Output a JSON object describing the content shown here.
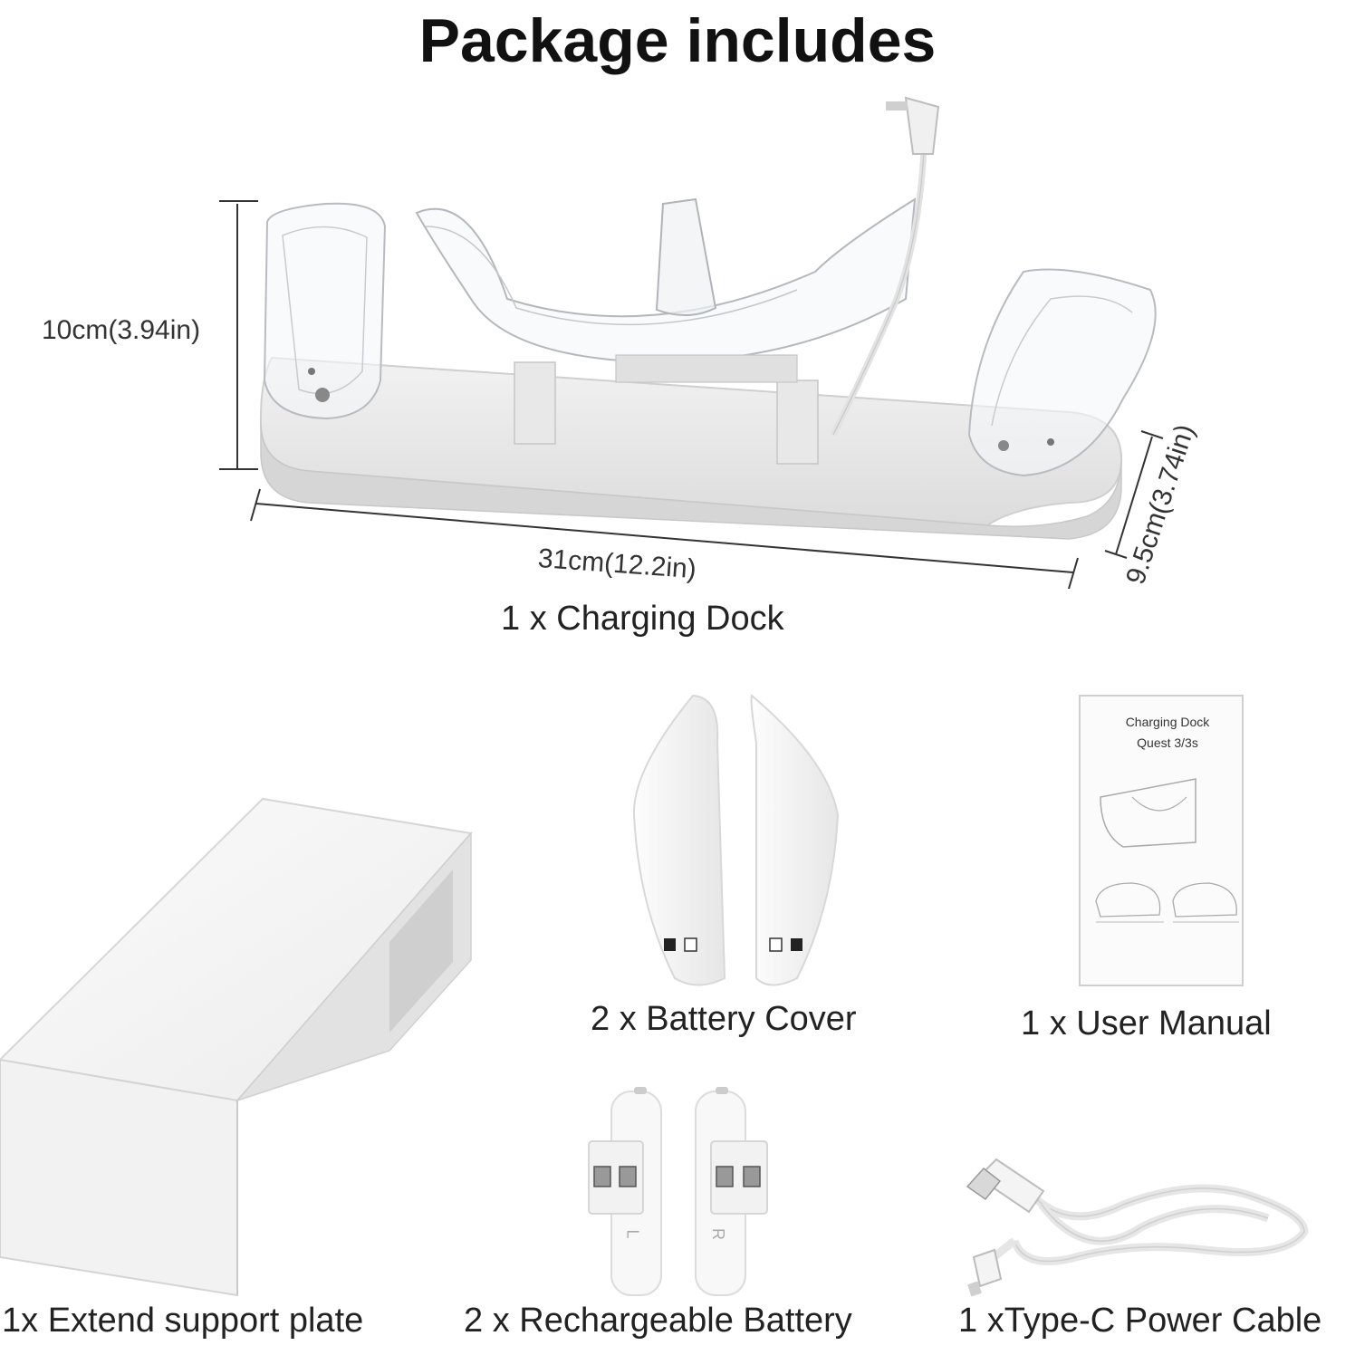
{
  "title": "Package includes",
  "dock": {
    "caption": "1 x Charging Dock",
    "height_label": "10cm(3.94in)",
    "width_label": "31cm(12.2in)",
    "depth_label": "9.5cm(3.74in)"
  },
  "items": {
    "support_plate": "1x Extend support plate",
    "battery_cover": "2 x Battery Cover",
    "user_manual": "1 x User Manual",
    "battery": "2 x Rechargeable Battery",
    "cable": "1 xType-C Power Cable"
  },
  "manual": {
    "line1": "Charging Dock",
    "line2": "Quest 3/3s"
  },
  "battery_marks": {
    "left": "L",
    "right": "R"
  }
}
